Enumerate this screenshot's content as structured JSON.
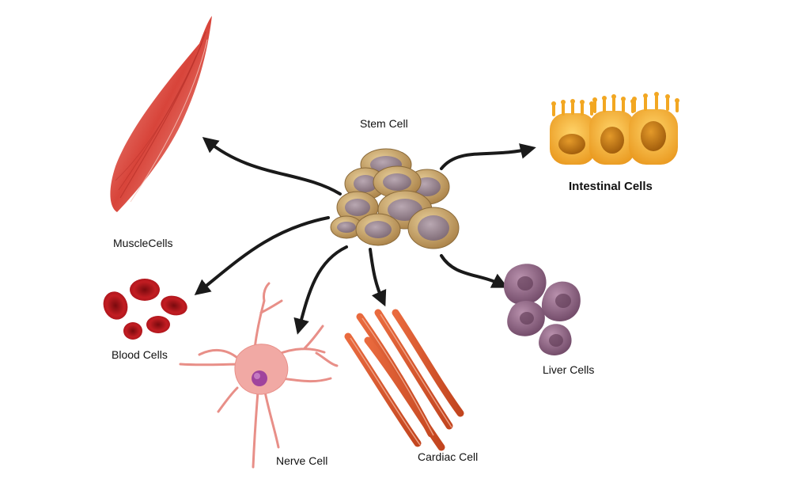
{
  "labels": {
    "stem": "Stem Cell",
    "muscle": "MuscleCells",
    "intestinal": "Intestinal Cells",
    "blood": "Blood Cells",
    "nerve": "Nerve Cell",
    "cardiac": "Cardiac Cell",
    "liver": "Liver Cells"
  },
  "colors": {
    "arrow": "#1a1a1a",
    "stem_outer": "#c9a46a",
    "stem_nucleus": "#8f7b86",
    "muscle": "#d8443a",
    "intestinal": "#f2a722",
    "blood": "#b5161b",
    "nerve": "#f1a9a4",
    "nerve_nucleus": "#a0449d",
    "cardiac": "#d9542c",
    "liver": "#8a5f80"
  }
}
